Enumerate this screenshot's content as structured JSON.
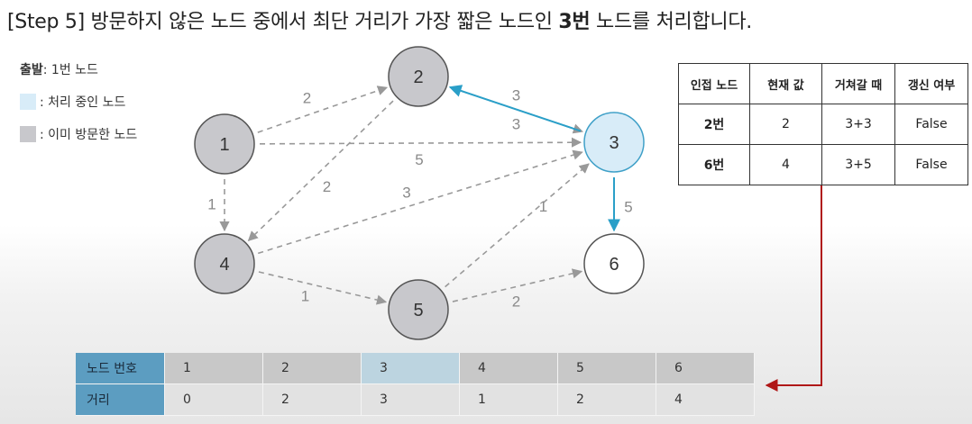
{
  "title": {
    "prefix": "[Step 5] 방문하지 않은 노드 중에서 최단 거리가 가장 짧은 노드인 ",
    "bold": "3번",
    "suffix": " 노드를 처리합니다."
  },
  "legend": {
    "start_bold": "출발",
    "start_rest": ": 1번 노드",
    "processing": ": 처리 중인 노드",
    "visited": ": 이미 방문한 노드",
    "processing_color": "#d8ecf8",
    "visited_color": "#c8c8cc"
  },
  "graph": {
    "nodes": [
      {
        "label": "1",
        "state": "visited"
      },
      {
        "label": "2",
        "state": "visited"
      },
      {
        "label": "3",
        "state": "processing"
      },
      {
        "label": "4",
        "state": "visited"
      },
      {
        "label": "5",
        "state": "visited"
      },
      {
        "label": "6",
        "state": "unvisited"
      }
    ],
    "edges": [
      {
        "from": "1",
        "to": "2",
        "weight": "2",
        "style": "dashed"
      },
      {
        "from": "1",
        "to": "3",
        "weight": "5",
        "style": "dashed"
      },
      {
        "from": "1",
        "to": "4",
        "weight": "1",
        "style": "dashed"
      },
      {
        "from": "2",
        "to": "3",
        "weight": "3",
        "style": "dashed"
      },
      {
        "from": "2",
        "to": "4",
        "weight": "2",
        "style": "dashed"
      },
      {
        "from": "3",
        "to": "2",
        "weight": "3",
        "style": "highlight"
      },
      {
        "from": "3",
        "to": "6",
        "weight": "5",
        "style": "highlight"
      },
      {
        "from": "4",
        "to": "3",
        "weight": "3",
        "style": "dashed"
      },
      {
        "from": "4",
        "to": "5",
        "weight": "1",
        "style": "dashed"
      },
      {
        "from": "5",
        "to": "3",
        "weight": "1",
        "style": "dashed"
      },
      {
        "from": "5",
        "to": "6",
        "weight": "2",
        "style": "dashed"
      }
    ],
    "colors": {
      "visited_fill": "#c8c8cc",
      "processing_fill": "#d8ecf8",
      "processing_stroke": "#3fa0c8",
      "dashed_edge": "#999999",
      "highlight_edge": "#2a9fc8",
      "weight_text": "#8a8a8a"
    }
  },
  "adjacency_table": {
    "headers": [
      "인접 노드",
      "현재 값",
      "거쳐갈 때",
      "갱신 여부"
    ],
    "rows": [
      [
        "2번",
        "2",
        "3+3",
        "False"
      ],
      [
        "6번",
        "4",
        "3+5",
        "False"
      ]
    ]
  },
  "distance_table": {
    "row_headers": [
      "노드 번호",
      "거리"
    ],
    "nodes": [
      "1",
      "2",
      "3",
      "4",
      "5",
      "6"
    ],
    "distances": [
      "0",
      "2",
      "3",
      "1",
      "2",
      "4"
    ],
    "highlight_index": 2
  },
  "connector_color": "#b01818"
}
